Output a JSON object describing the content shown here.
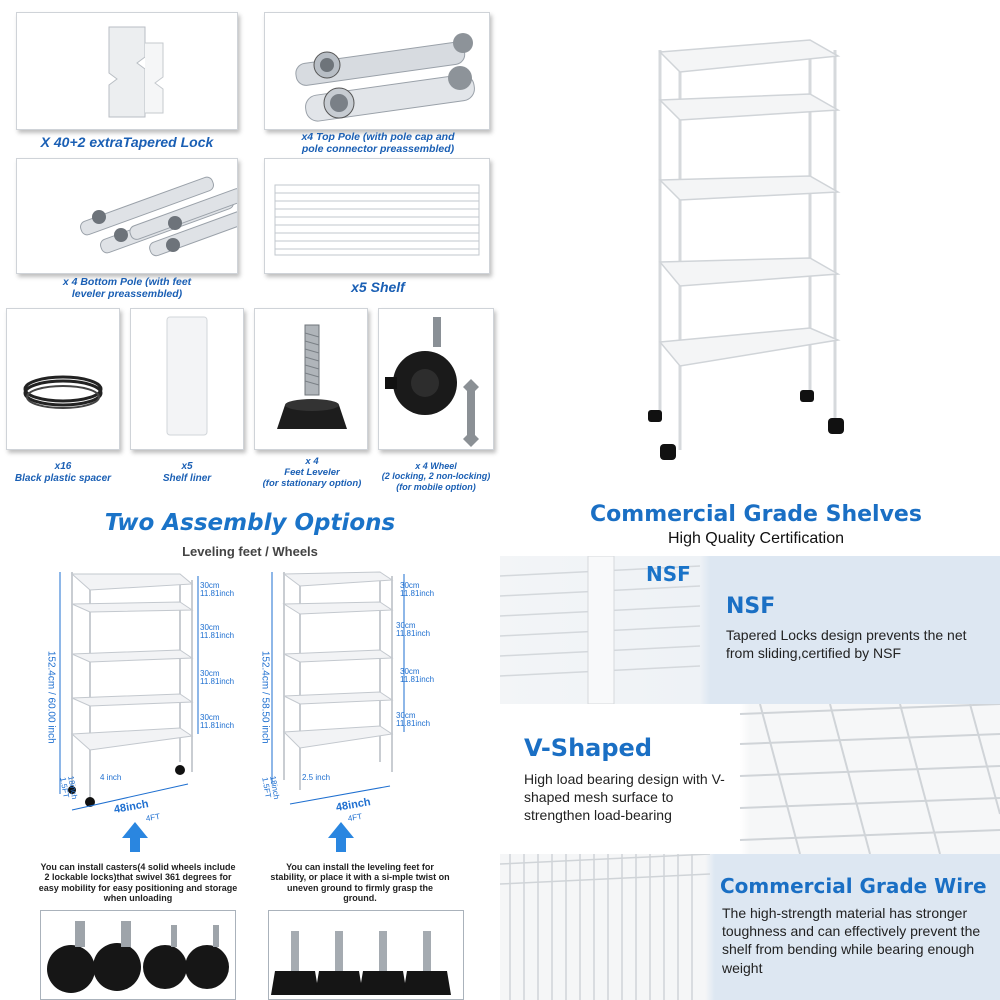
{
  "colors": {
    "accent_blue": "#1a73c8",
    "caption_blue": "#1a5fb4",
    "panel_bg": "#dde7f2"
  },
  "parts": {
    "tapered_lock": "X 40+2 extraTapered Lock",
    "top_pole_1": "x4 Top Pole (with pole cap and",
    "top_pole_2": "pole connector preassembled)",
    "bottom_pole_1": "x 4 Bottom Pole (with feet",
    "bottom_pole_2": "leveler preassembled)",
    "shelf": "x5  Shelf",
    "spacer_1": "x16",
    "spacer_2": "Black plastic spacer",
    "liner_1": "x5",
    "liner_2": "Shelf liner",
    "feet_1": "x 4",
    "feet_2": "Feet Leveler",
    "feet_3": "(for stationary option)",
    "wheel_1": "x 4   Wheel",
    "wheel_2": "(2 locking, 2 non-locking)",
    "wheel_3": "(for mobile option)"
  },
  "assembly": {
    "title": "Two Assembly Options",
    "subtitle": "Leveling feet / Wheels",
    "left": {
      "height": "152.4cm / 60.00 inch",
      "gaps": [
        "30cm\n11.81inch",
        "30cm\n11.81inch",
        "30cm\n11.81inch",
        "30cm\n11.81inch"
      ],
      "caster": "4 inch",
      "width": "48inch",
      "width_sub": "4FT",
      "depth": "18inch\n1.5FT",
      "note": "You can install casters(4 solid wheels include 2 lockable locks)that swivel 361 degrees for easy mobility for easy positioning and storage when unloading"
    },
    "right": {
      "height": "152.4cm / 58.50 inch",
      "gaps": [
        "30cm\n11.81inch",
        "30cm\n11.81inch",
        "30cm\n11.81inch",
        "30cm\n11.81inch"
      ],
      "foot": "2.5 inch",
      "width": "48inch",
      "width_sub": "4FT",
      "depth": "18inch\n1.5FT",
      "note": "You can install the leveling feet for stability, or place it with a si-mple twist on uneven ground to firmly grasp the ground."
    }
  },
  "features": {
    "title": "Commercial Grade Shelves",
    "subtitle": "High Quality Certification",
    "nsf_logo": "NSF",
    "items": [
      {
        "title": "NSF",
        "text": "Tapered Locks design prevents the net from sliding,certified by NSF"
      },
      {
        "title": "V-Shaped",
        "text": "High load bearing design with V-shaped mesh surface to strengthen load-bearing"
      },
      {
        "title": "Commercial Grade Wire",
        "text": "The high-strength material has stronger toughness and can effectively prevent the shelf from bending while bearing enough weight"
      }
    ]
  }
}
